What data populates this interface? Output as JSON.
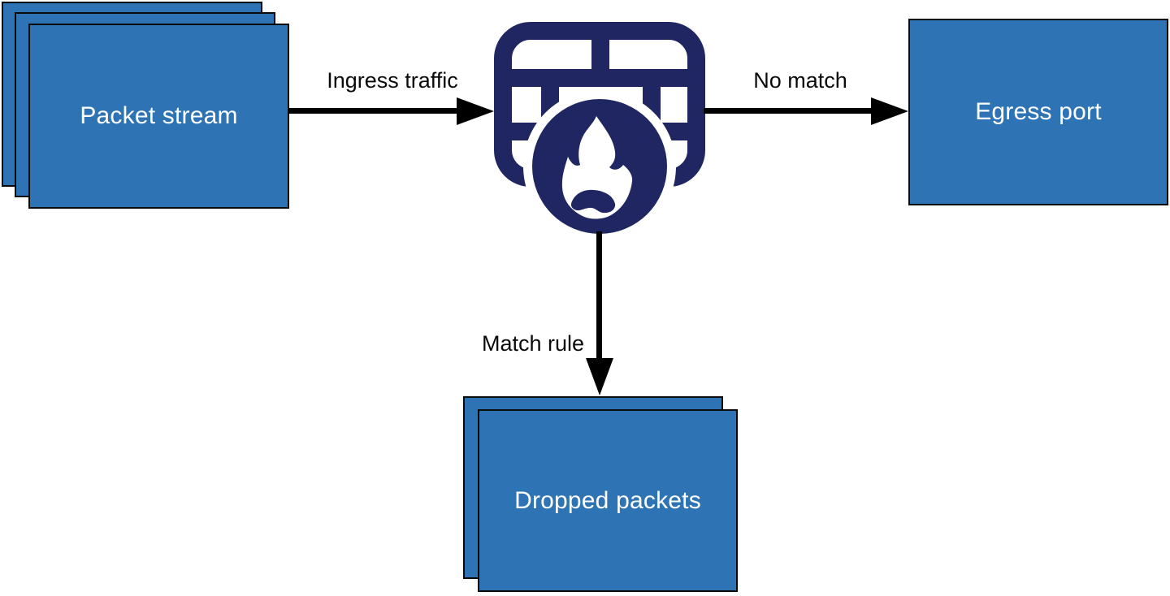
{
  "diagram": {
    "type": "flow-diagram",
    "background": "#FFFFFF",
    "colors": {
      "box_fill": "#2E74B5",
      "box_border": "#0A0A0A",
      "box_text": "#FFFFFF",
      "arrow": "#000000",
      "edge_label_text": "#0A0A0A",
      "firewall_icon": "#202661"
    },
    "nodes": {
      "packet_stream": {
        "label": "Packet stream",
        "shape": "stacked-rectangles",
        "stack_count": 3
      },
      "firewall": {
        "icon": "firewall-brick-flame-icon"
      },
      "egress_port": {
        "label": "Egress port",
        "shape": "rectangle"
      },
      "dropped_packets": {
        "label": "Dropped packets",
        "shape": "stacked-rectangles",
        "stack_count": 2
      }
    },
    "edges": [
      {
        "label": "Ingress traffic",
        "from": "packet_stream",
        "to": "firewall",
        "direction": "right"
      },
      {
        "label": "No match",
        "from": "firewall",
        "to": "egress_port",
        "direction": "right"
      },
      {
        "label": "Match rule",
        "from": "firewall",
        "to": "dropped_packets",
        "direction": "down"
      }
    ]
  }
}
